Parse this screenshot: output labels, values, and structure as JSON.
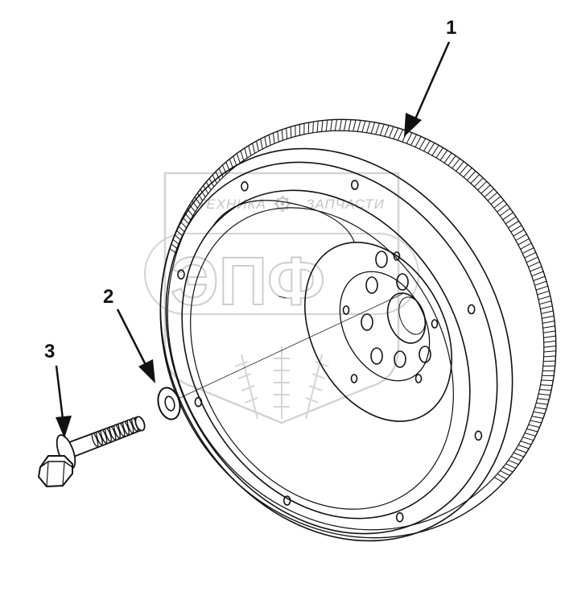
{
  "callouts": [
    {
      "id": "1",
      "label": "1"
    },
    {
      "id": "2",
      "label": "2"
    },
    {
      "id": "3",
      "label": "3"
    }
  ],
  "watermark": {
    "line1_left": "ТЕХНИКА",
    "line1_right": "ЗАПЧАСТИ",
    "big": "ЭПФ"
  }
}
